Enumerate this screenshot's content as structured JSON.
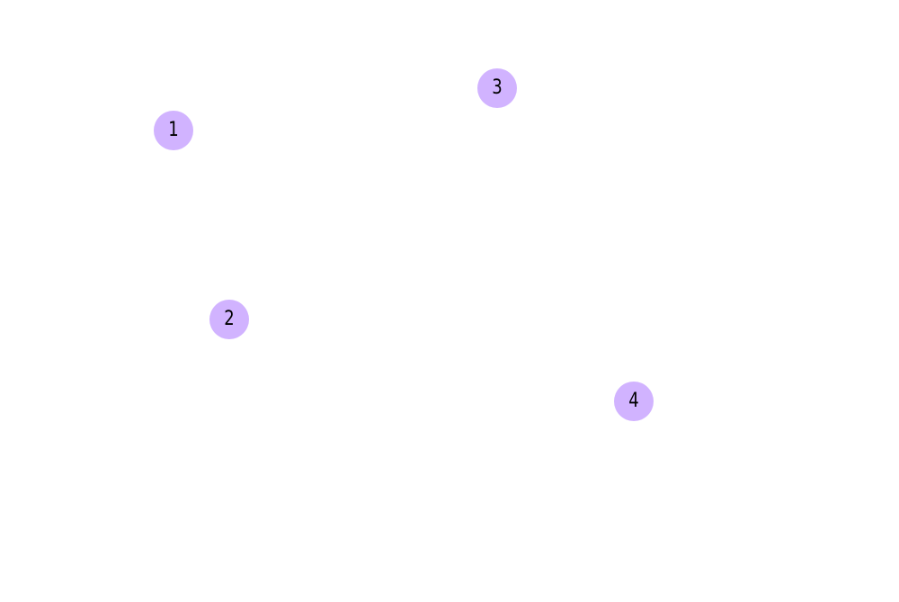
{
  "accent_color": "#d1b3ff",
  "text_color": "#000000",
  "markers": [
    {
      "label": "1"
    },
    {
      "label": "2"
    },
    {
      "label": "3"
    },
    {
      "label": "4"
    }
  ]
}
